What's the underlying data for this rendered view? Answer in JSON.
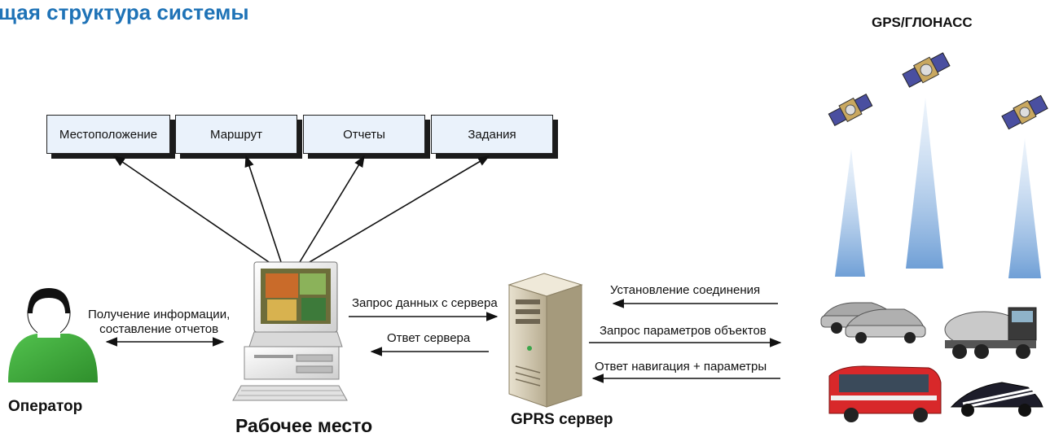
{
  "header": {
    "title": "щая структура системы"
  },
  "satellites": {
    "label": "GPS/ГЛОНАСС"
  },
  "modules": [
    {
      "label": "Местоположение"
    },
    {
      "label": "Маршрут"
    },
    {
      "label": "Отчеты"
    },
    {
      "label": "Задания"
    }
  ],
  "operator": {
    "label": "Оператор",
    "link_line1": "Получение информации,",
    "link_line2": "составление отчетов"
  },
  "workstation": {
    "label": "Рабочее место"
  },
  "server": {
    "label": "GPRS сервер",
    "request": "Запрос данных с сервера",
    "response": "Ответ сервера"
  },
  "vehicles_link": {
    "connect": "Установление соединения",
    "request_params": "Запрос параметров объектов",
    "response_nav": "Ответ навигация + параметры"
  }
}
